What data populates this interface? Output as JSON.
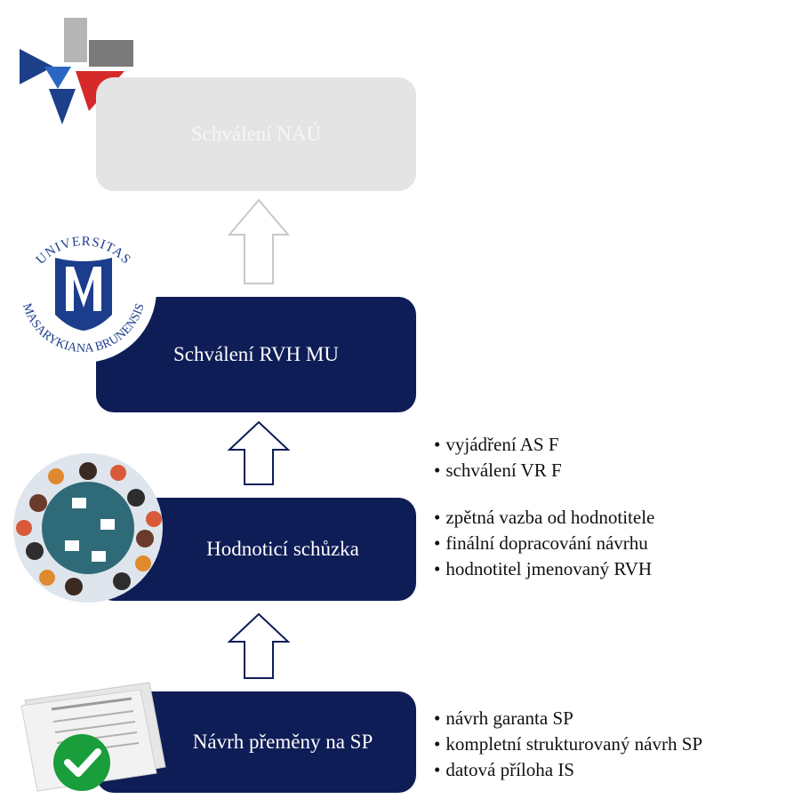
{
  "steps": [
    {
      "label": "Schválení NAÚ"
    },
    {
      "label": "Schválení RVH MU"
    },
    {
      "label": "Hodnoticí schůzka"
    },
    {
      "label": "Návrh přeměny na SP"
    }
  ],
  "notes": {
    "rvh": [
      "vyjádření AS F",
      "schválení VR F"
    ],
    "meeting": [
      "zpětná vazba od hodnotitele",
      "finální dopracování návrhu",
      "hodnotitel jmenovaný RVH"
    ],
    "proposal": [
      "návrh garanta SP",
      "kompletní strukturovaný  návrh SP",
      "datová příloha IS"
    ]
  },
  "logos": {
    "mu_seal_text_top": "UNIVERSITAS",
    "mu_seal_text_bottom": "MASARYKIANA BRUNENSIS"
  },
  "icons": [
    "nau-star-logo",
    "mu-seal-logo",
    "meeting-table-icon",
    "approved-documents-icon"
  ],
  "colors": {
    "dark_box": "#0f1d57",
    "grey_box": "#e4e4e4",
    "check_green": "#1a9e3b",
    "nau_red": "#d62a2a",
    "nau_blue": "#1d3f8a",
    "nau_grey": "#8a8a8a"
  }
}
